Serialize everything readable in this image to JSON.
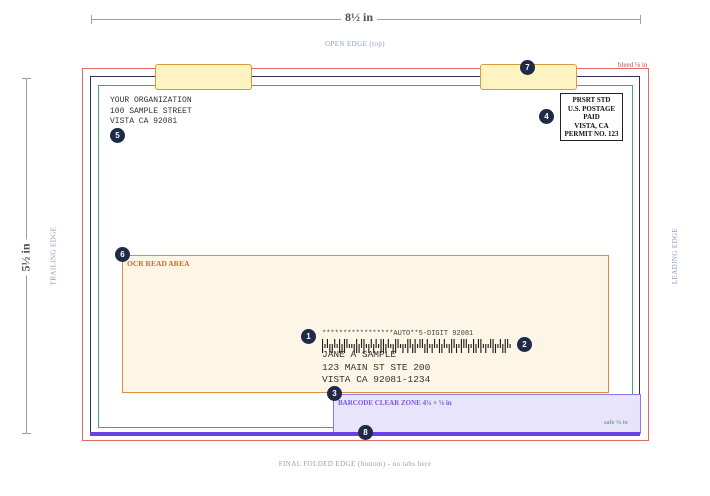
{
  "dimensions": {
    "width": "8½ in",
    "height": "5½ in"
  },
  "edges": {
    "top": "OPEN EDGE",
    "top_note": "(top)",
    "left": "TRAILING EDGE",
    "right": "LEADING EDGE",
    "bottom": "FINAL FOLDED EDGE",
    "bottom_note": "(bottom) - no tabs here"
  },
  "zones": {
    "bleed": "bleed ⅛ in",
    "safe": "safe ⅛ in",
    "ocr": "OCR READ AREA",
    "barcode_clear": "BARCODE CLEAR ZONE 4¾ × ⅝ in"
  },
  "return_address": [
    "YOUR ORGANIZATION",
    "100 SAMPLE STREET",
    "VISTA CA 92081"
  ],
  "indicia": [
    "PRSRT STD",
    "U.S. POSTAGE",
    "PAID",
    "VISTA, CA",
    "PERMIT NO. 123"
  ],
  "recipient": {
    "endorsement": "*****************AUTO**5-DIGIT 92081",
    "lines": [
      "JANE A SAMPLE",
      "123 MAIN ST STE 200",
      "VISTA CA 92081-1234"
    ]
  },
  "barcode_pattern": "FTADDATFDFATTDFDAFTDADATFFDATDFATDTFADFTAADFTDATFDATDFADTFAADTFDAFTDTAFDTADFAT",
  "callouts": [
    "1",
    "2",
    "3",
    "4",
    "5",
    "6",
    "7",
    "8"
  ],
  "colors": {
    "bleed": "#e06a6a",
    "trim": "#2f3550",
    "safe": "#47a86b",
    "ocr": "#d88c46",
    "barcode_clear": "#8a78e4",
    "fold": "#6a40e6",
    "tab": "#d99a3c",
    "badge": "#1e2a47"
  }
}
